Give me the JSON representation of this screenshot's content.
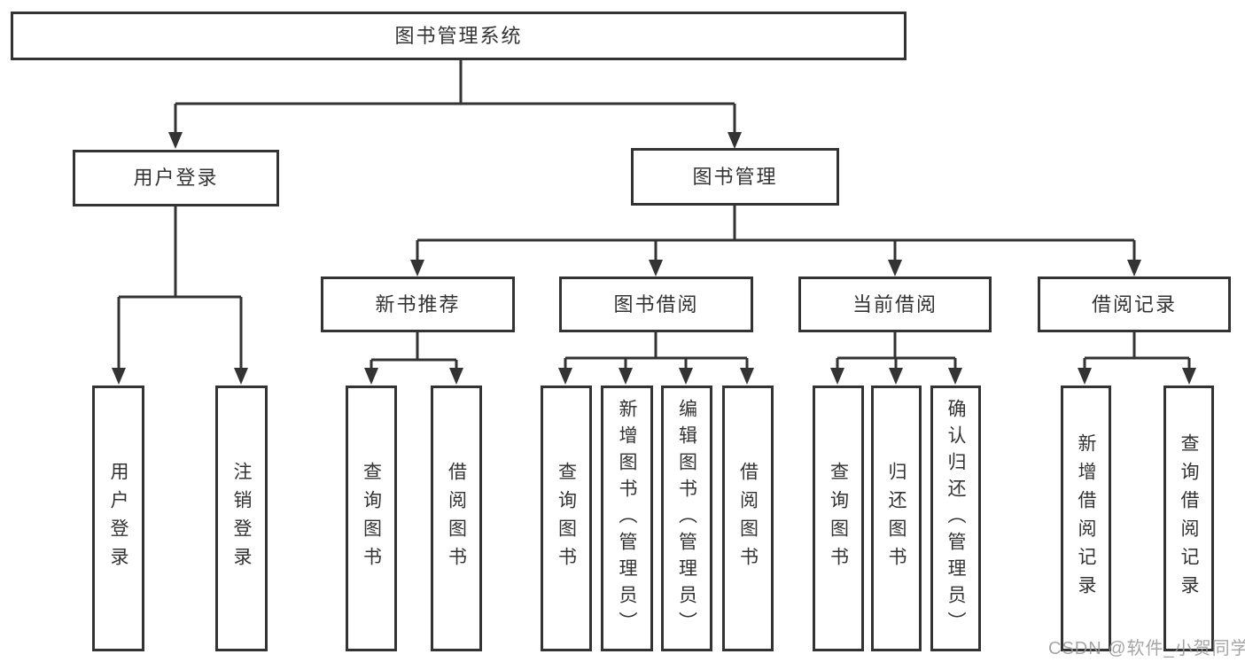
{
  "diagram": {
    "type": "hierarchy-tree",
    "colors": {
      "line": "#333333",
      "text": "#333333",
      "box_background": "#ffffff",
      "watermark": "#989898"
    },
    "nodes": {
      "root": "图书管理系统",
      "user_login": "用户登录",
      "book_mgmt": "图书管理",
      "new_books": "新书推荐",
      "book_borrow": "图书借阅",
      "current_borrow": "当前借阅",
      "borrow_records": "借阅记录",
      "ul_login": "用户登录",
      "ul_logout": "注销登录",
      "nb_query": "查询图书",
      "nb_borrow": "借阅图书",
      "bb_query": "查询图书",
      "bb_add": "新增图书（管理员）",
      "bb_edit": "编辑图书（管理员）",
      "bb_borrow": "借阅图书",
      "cb_query": "查询图书",
      "cb_return": "归还图书",
      "cb_confirm": "确认归还（管理员）",
      "br_add": "新增借阅记录",
      "br_query": "查询借阅记录"
    },
    "hierarchy": {
      "图书管理系统": {
        "用户登录": [
          "用户登录",
          "注销登录"
        ],
        "图书管理": {
          "新书推荐": [
            "查询图书",
            "借阅图书"
          ],
          "图书借阅": [
            "查询图书",
            "新增图书（管理员）",
            "编辑图书（管理员）",
            "借阅图书"
          ],
          "当前借阅": [
            "查询图书",
            "归还图书",
            "确认归还（管理员）"
          ],
          "借阅记录": [
            "新增借阅记录",
            "查询借阅记录"
          ]
        }
      }
    },
    "watermark": "CSDN @软件_小贺同学"
  }
}
